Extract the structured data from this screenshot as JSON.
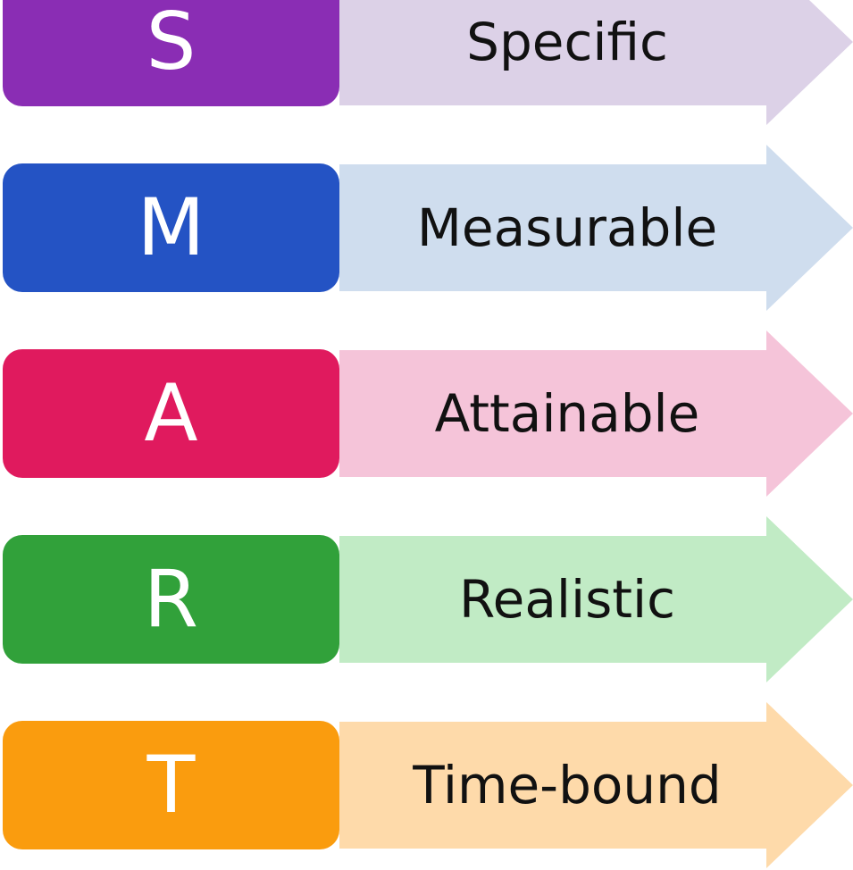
{
  "rows": [
    {
      "letter": "S",
      "word": "Specific",
      "box_color": "#8A2DB4",
      "arrow_color": "#DCD1E7"
    },
    {
      "letter": "M",
      "word": "Measurable",
      "box_color": "#2453C4",
      "arrow_color": "#CFDDEE"
    },
    {
      "letter": "A",
      "word": "Attainable",
      "box_color": "#E01A5E",
      "arrow_color": "#F5C4D9"
    },
    {
      "letter": "R",
      "word": "Realistic",
      "box_color": "#31A13A",
      "arrow_color": "#C1EBC5"
    },
    {
      "letter": "T",
      "word": "Time-bound",
      "box_color": "#FA9C0E",
      "arrow_color": "#FEDAAA"
    }
  ]
}
